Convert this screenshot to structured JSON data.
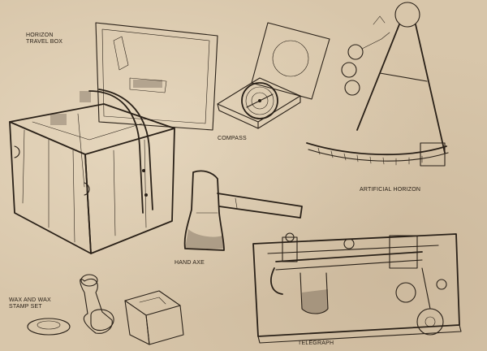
{
  "labels": {
    "horizon_travel_box_line1": "HORIZON",
    "horizon_travel_box_line2": "TRAVEL BOX",
    "compass": "COMPASS",
    "artificial_horizon": "ARTIFICIAL HORIZON",
    "hand_axe": "HAND AXE",
    "wax_line1": "WAX AND WAX",
    "wax_line2": "STAMP SET",
    "telegraph": "TELEGRAPH"
  },
  "colors": {
    "paper": "#d8c6aa",
    "ink": "#2a2118"
  }
}
